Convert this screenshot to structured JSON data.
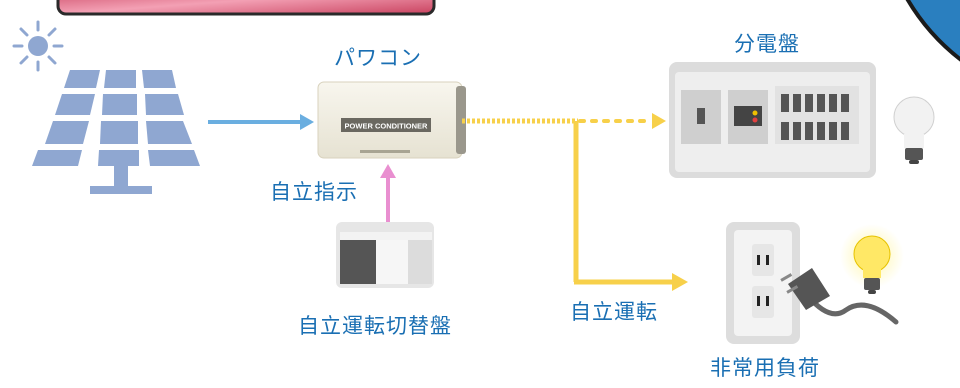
{
  "labels": {
    "power_conditioner": "パワコン",
    "distribution_board": "分電盤",
    "autonomous_command": "自立指示",
    "switchboard": "自立運転切替盤",
    "autonomous_operation": "自立運転",
    "emergency_load": "非常用負荷"
  },
  "device_text": {
    "pcs_plate": "POWER CONDITIONER"
  },
  "colors": {
    "sun": "#8fa7d1",
    "solar_panel": "#8fa7d1",
    "dc_line": "#6aaee0",
    "ac_line": "#f7d04a",
    "signal_line": "#e98fd0",
    "label_text": "#1a6fb3",
    "banner_fill": "#e06a8a",
    "banner_border": "#2a2a2a",
    "corner_fill": "#2a7fbf"
  },
  "icons": [
    "sun-icon",
    "solar-panel-icon",
    "power-conditioner-icon",
    "switchboard-icon",
    "distribution-board-icon",
    "light-bulb-icon",
    "outlet-icon",
    "plug-icon",
    "lit-bulb-icon"
  ]
}
